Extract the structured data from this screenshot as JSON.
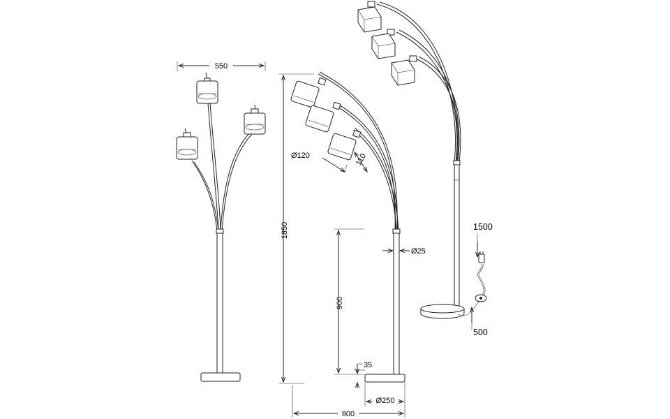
{
  "dimensions": {
    "width_550": "550",
    "height_1850": "1850",
    "shade_diameter": "Ø120",
    "shade_height": "110",
    "pole_diameter": "Ø25",
    "pole_height": "900",
    "base_height": "35",
    "base_diameter": "Ø250",
    "depth_800": "800",
    "cable_1500": "1500",
    "cable_500": "500"
  }
}
